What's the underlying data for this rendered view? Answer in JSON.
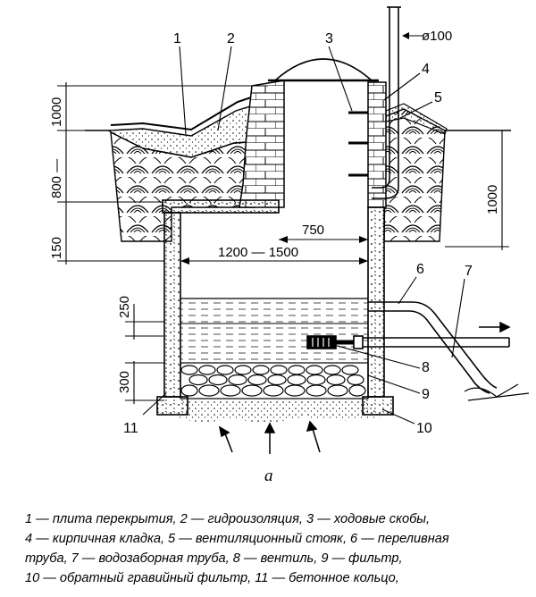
{
  "figure": {
    "callouts": [
      "1",
      "2",
      "3",
      "4",
      "5",
      "6",
      "7",
      "8",
      "9",
      "10",
      "11"
    ],
    "dimensions": {
      "pipe_diameter": "ø100",
      "top_range": "1000",
      "mid_range": "800 —",
      "slab": "150",
      "right_depth": "1000",
      "offset": "750",
      "inner_width": "1200 — 1500",
      "water_gap": "250",
      "filter_height": "300"
    },
    "caption": "a"
  },
  "legend": {
    "lines": [
      "1 — плита перекрытия, 2 — гидроизоляция, 3 — ходовые скобы,",
      "4 — кирпичная кладка, 5 — вентиляционный стояк, 6 — переливная",
      "труба, 7 — водозаборная труба, 8 — вентиль, 9 — фильтр,",
      "10 — обратный гравийный фильтр, 11 — бетонное кольцо,"
    ]
  }
}
